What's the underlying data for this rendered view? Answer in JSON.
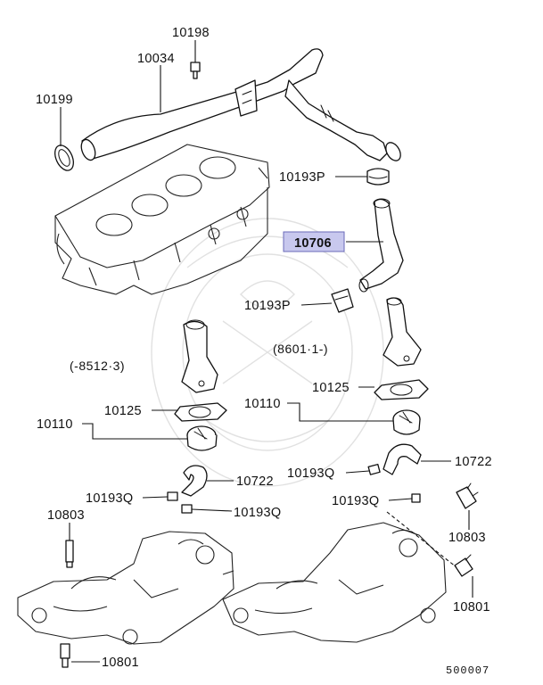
{
  "callouts": {
    "c10198": "10198",
    "c10034": "10034",
    "c10199": "10199",
    "c10193p_top": "10193P",
    "c10706": "10706",
    "c10193p_mid": "10193P",
    "c10125_right": "10125",
    "c10110_right": "10110",
    "c10125_left": "10125",
    "c10110_left": "10110",
    "c10722_right": "10722",
    "c10193q_right": "10193Q",
    "c10722_left": "10722",
    "c10193q_left_a": "10193Q",
    "c10193q_left_b": "10193Q",
    "c10193q_right_b": "10193Q",
    "c10803_left": "10803",
    "c10803_right": "10803",
    "c10801_right": "10801",
    "c10801_left": "10801"
  },
  "notes": {
    "left_date": "(-8512·3)",
    "right_date": "(8601·1-)"
  },
  "highlight": {
    "part": "10706",
    "fill": "#c8c8ee",
    "border": "#6a6ab8"
  },
  "diagram_ref": "500007"
}
